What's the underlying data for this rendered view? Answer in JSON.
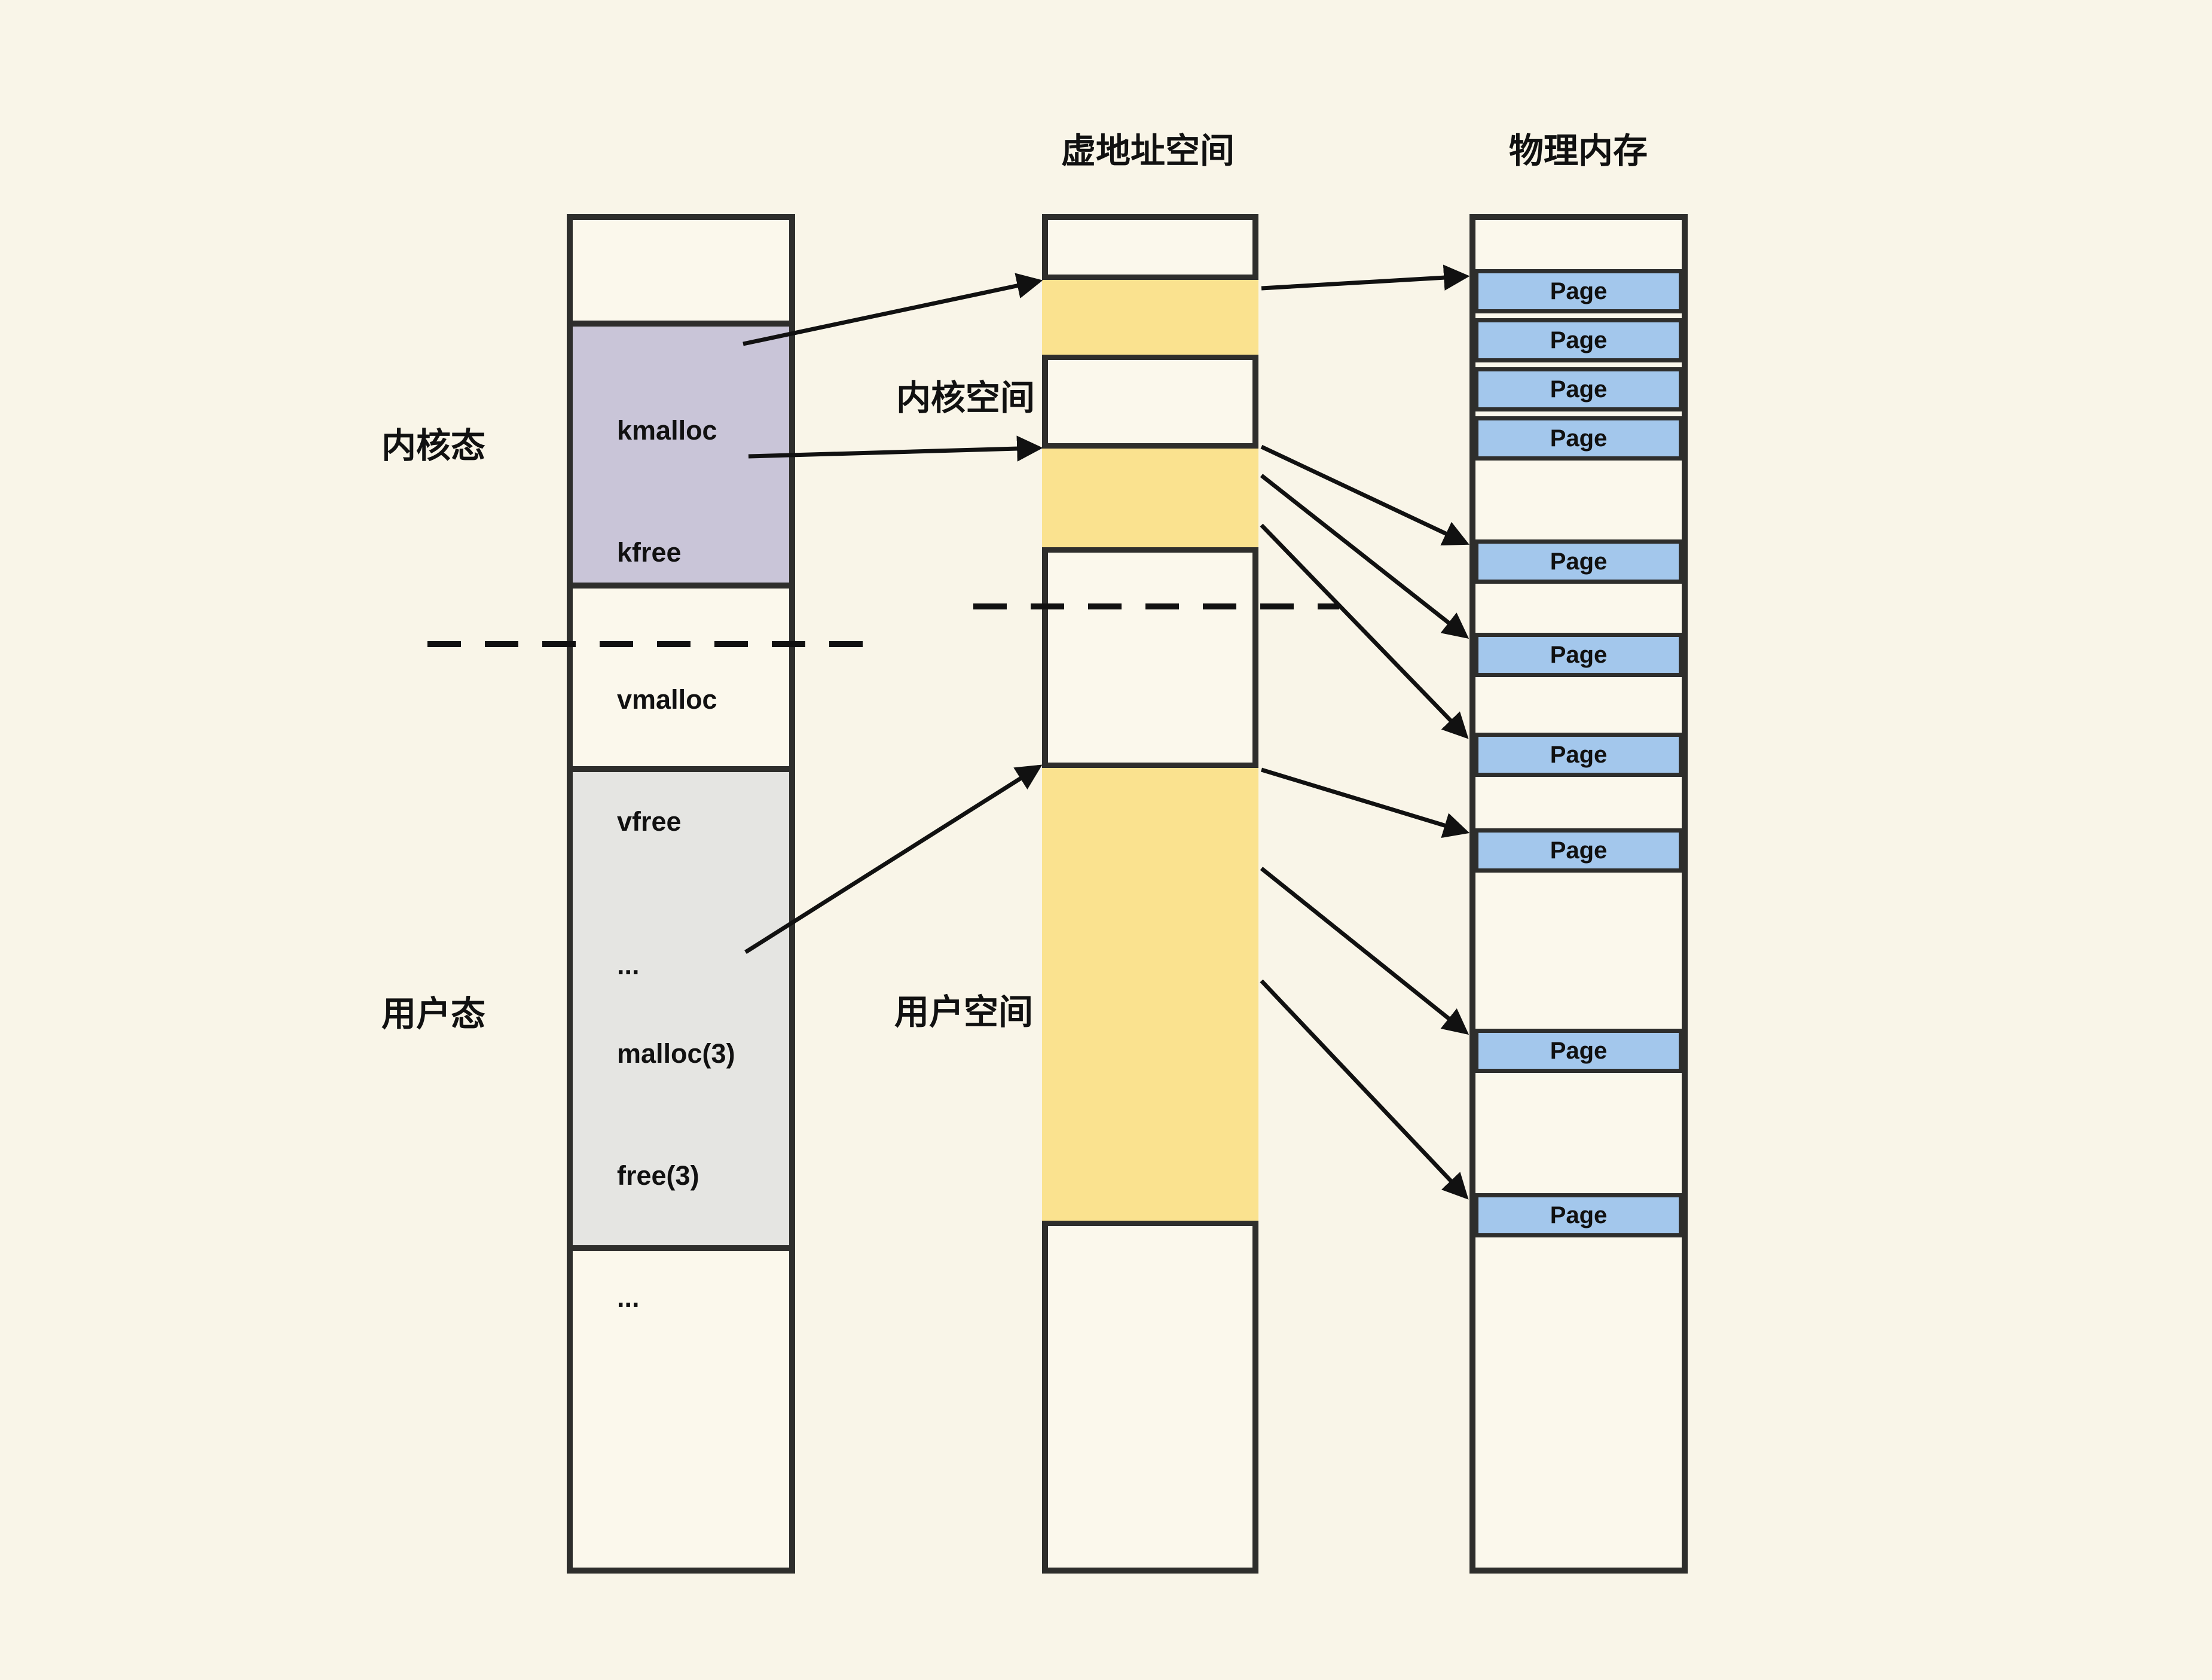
{
  "titles": {
    "virtual_address_space": "虚地址空间",
    "physical_memory": "物理内存"
  },
  "side_labels": {
    "kernel_mode": "内核态",
    "user_mode": "用户态"
  },
  "space_labels": {
    "kernel_space": "内核空间",
    "user_space": "用户空间"
  },
  "kernel_api_box": {
    "lines": [
      "kmalloc",
      "kfree",
      "vmalloc",
      "vfree",
      "..."
    ]
  },
  "user_api_box": {
    "lines": [
      "malloc(3)",
      "free(3)",
      "..."
    ]
  },
  "physical_memory": {
    "pages": [
      {
        "label": "Page"
      },
      {
        "label": "Page"
      },
      {
        "label": "Page"
      },
      {
        "label": "Page"
      },
      {
        "label": "Page"
      },
      {
        "label": "Page"
      },
      {
        "label": "Page"
      },
      {
        "label": "Page"
      },
      {
        "label": "Page"
      },
      {
        "label": "Page"
      }
    ]
  },
  "arrows": [
    {
      "from": "kmalloc-kfree-api",
      "to": "virtual-kernel-region-1"
    },
    {
      "from": "virtual-kernel-region-1",
      "to": "page-1"
    },
    {
      "from": "vmalloc-vfree-api",
      "to": "virtual-kernel-region-2"
    },
    {
      "from": "virtual-kernel-region-2",
      "to": "page-5"
    },
    {
      "from": "virtual-kernel-region-2",
      "to": "page-6"
    },
    {
      "from": "virtual-kernel-region-2",
      "to": "page-7"
    },
    {
      "from": "malloc-free-api",
      "to": "virtual-user-region"
    },
    {
      "from": "virtual-user-region",
      "to": "page-8"
    },
    {
      "from": "virtual-user-region",
      "to": "page-9"
    },
    {
      "from": "virtual-user-region",
      "to": "page-10"
    }
  ],
  "colors": {
    "background": "#f9f5e8",
    "box-fill": "#fbf8ec",
    "kernel-api-fill": "#c9c5d8",
    "user-api-fill": "#e5e5e2",
    "virtual-region-fill": "#fae28f",
    "page-fill": "#a3c7ec",
    "border": "#2e2e2c",
    "line": "#111111"
  }
}
